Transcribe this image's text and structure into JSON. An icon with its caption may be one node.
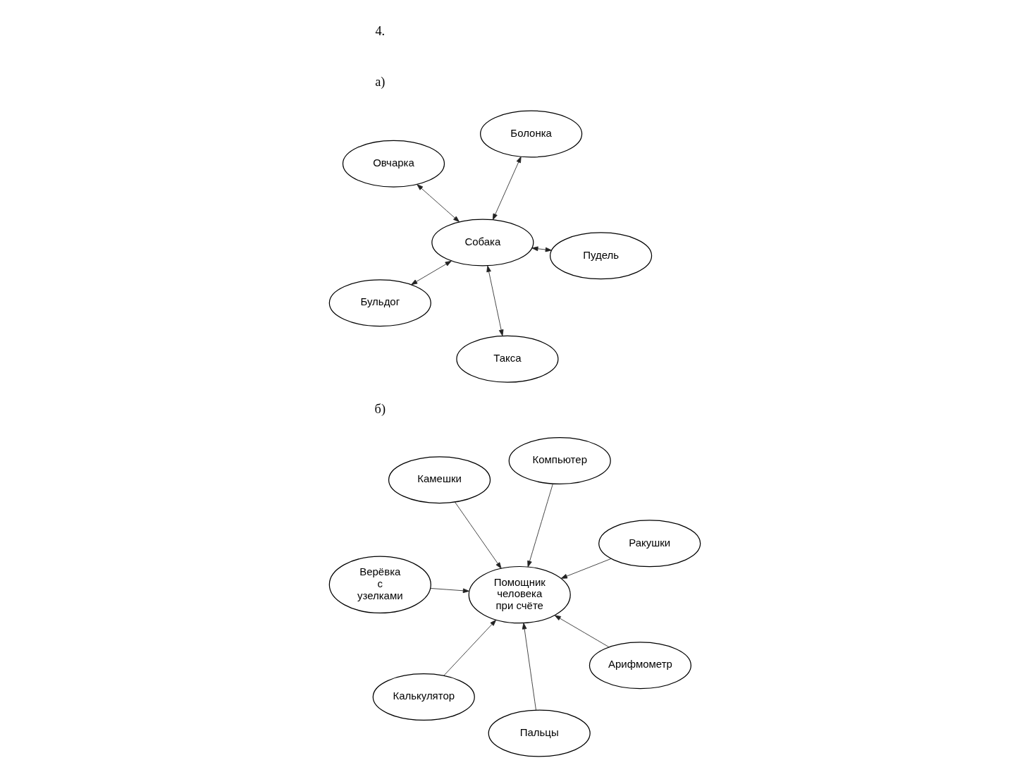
{
  "diagram": {
    "nodes": [
      {
        "text": [
          "Овчарка"
        ]
      },
      {
        "text": [
          "Пудель"
        ]
      },
      {
        "text": [
          "Такса"
        ]
      },
      {
        "text": [
          "Собака"
        ]
      },
      {
        "text": [
          "Болонка"
        ]
      },
      {
        "text": [
          "Бульдог"
        ]
      },
      {
        "text": [
          "Камешки"
        ]
      },
      {
        "text": [
          "Ракушки"
        ]
      },
      {
        "text": [
          "Пальцы"
        ]
      },
      {
        "text": [
          "Помощник человека при счёте"
        ]
      },
      {
        "text": [
          "Компьютер"
        ]
      },
      {
        "text": [
          "Верёвка с узелками"
        ]
      },
      {
        "text": [
          "Калькулятор"
        ]
      },
      {
        "text": [
          "Арифмометр"
        ]
      }
    ],
    "edges": [
      {
        "from": 3,
        "to": 0,
        "arrow": "both"
      },
      {
        "from": 3,
        "to": 1,
        "arrow": "both"
      },
      {
        "from": 3,
        "to": 2,
        "arrow": "both"
      },
      {
        "from": 3,
        "to": 4,
        "arrow": "both"
      },
      {
        "from": 3,
        "to": 5,
        "arrow": "both"
      },
      {
        "from": 6,
        "to": 9,
        "arrow": "to"
      },
      {
        "from": 7,
        "to": 9,
        "arrow": "to"
      },
      {
        "from": 8,
        "to": 9,
        "arrow": "to"
      },
      {
        "from": 10,
        "to": 9,
        "arrow": "to"
      },
      {
        "from": 11,
        "to": 9,
        "arrow": "to"
      },
      {
        "from": 12,
        "to": 9,
        "arrow": "to"
      },
      {
        "from": 13,
        "to": 9,
        "arrow": "to"
      }
    ],
    "labels": [
      "4.",
      "а)",
      "б)"
    ]
  }
}
